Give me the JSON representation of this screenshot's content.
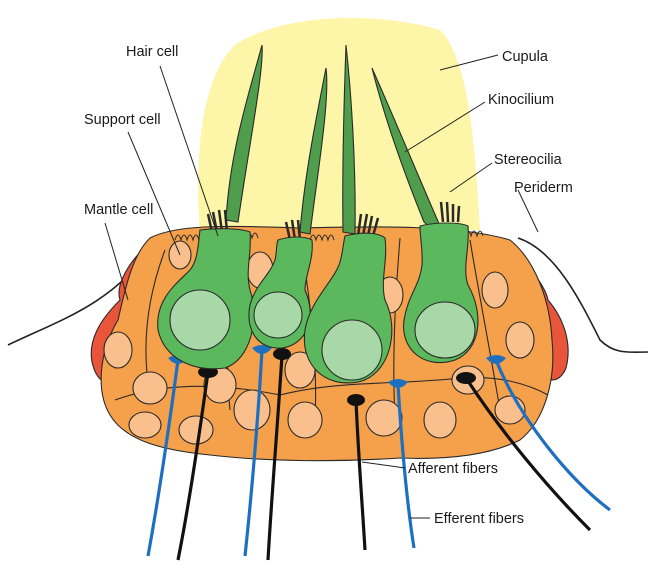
{
  "diagram": {
    "labels": {
      "hair_cell": "Hair cell",
      "support_cell": "Support cell",
      "mantle_cell": "Mantle cell",
      "cupula": "Cupula",
      "kinocilium": "Kinocilium",
      "stereocilia": "Stereocilia",
      "periderm": "Periderm",
      "afferent_fibers": "Afferent fibers",
      "efferent_fibers": "Efferent fibers"
    },
    "colors": {
      "cupula": "#fdf5a8",
      "support_cell": "#f5a04a",
      "support_nucleus": "#f9c08e",
      "mantle_cell": "#e8553a",
      "hair_cell": "#5cb85c",
      "hair_nucleus": "#a8d8a8",
      "kinocilium": "#4e9e4e",
      "afferent_fiber": "#111111",
      "efferent_fiber": "#1f6fc0"
    }
  }
}
